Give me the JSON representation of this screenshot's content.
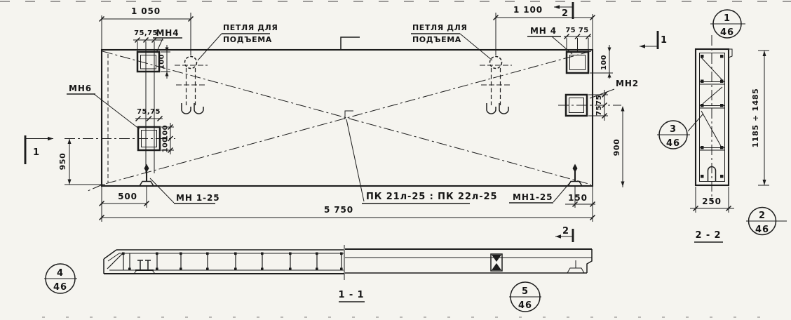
{
  "colors": {
    "paper": "#f5f4ef",
    "ink": "#1c1c1c"
  },
  "plan": {
    "designation": "ПК 21л-25 : ПК 22л-25",
    "loop_label_left": {
      "line1": "ПЕТЛЯ ДЛЯ",
      "line2": "ПОДЪЕМА"
    },
    "loop_label_right": {
      "line1": "ПЕТЛЯ ДЛЯ",
      "line2": "ПОДЪЕМА"
    },
    "marks": {
      "mn4_left": "МН4",
      "mn4_right": "МН 4",
      "mn6": "МН6",
      "mn2": "МН2",
      "mn1_left": "МН 1-25",
      "mn1_right": "МН1-25"
    },
    "dims": {
      "span_left": "1 050",
      "span_right": "1 100",
      "length": "5 750",
      "offset_left": "500",
      "offset_right": "150",
      "height_left": "950",
      "height_right": "900",
      "pair75_top_left": "75,75",
      "pair75_top_right": "75 75",
      "pair75_mn6": "75,75",
      "depth_left": "100",
      "depth_right": "100",
      "mn6_v1": "100",
      "mn6_v2": "100",
      "mn2_v1": "75",
      "mn2_v2": "75"
    }
  },
  "sections": {
    "marker1": "1",
    "marker2": "2",
    "s11_label": "1 - 1",
    "s22_label": "2 - 2",
    "s22_width": "250",
    "s22_height": "1185 ÷ 1485"
  },
  "callouts": {
    "c1": {
      "num": "1",
      "den": "46"
    },
    "c2": {
      "num": "2",
      "den": "46"
    },
    "c3": {
      "num": "3",
      "den": "46"
    },
    "c4": {
      "num": "4",
      "den": "46"
    },
    "c5": {
      "num": "5",
      "den": "46"
    }
  }
}
